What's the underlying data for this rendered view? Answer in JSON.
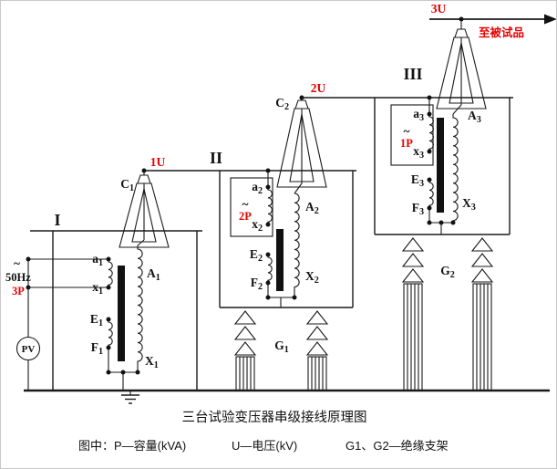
{
  "caption": "三台试验变压器串级接线原理图",
  "legend": {
    "part1": "图中：P—容量(kVA)",
    "part2": "U—电压(kV)",
    "part3": "G1、G2—绝缘支架"
  },
  "source": {
    "ac_symbol": "~",
    "frequency": "50Hz",
    "capacity": "3P",
    "meter": "PV"
  },
  "output": {
    "voltage": "3U",
    "destination": "至被试品"
  },
  "stages": {
    "s1": {
      "numeral": "I",
      "terminal_a": "a1",
      "terminal_x": "x1",
      "terminal_e": "E1",
      "terminal_f": "F1",
      "terminal_hv_a": "A1",
      "terminal_hv_x": "X1",
      "bushing": "C1",
      "voltage": "1U"
    },
    "s2": {
      "numeral": "II",
      "terminal_a": "a2",
      "terminal_x": "x2",
      "terminal_e": "E2",
      "terminal_f": "F2",
      "terminal_hv_a": "A2",
      "terminal_hv_x": "X2",
      "bushing": "C2",
      "voltage": "2U",
      "ac_symbol": "~",
      "capacity": "2P"
    },
    "s3": {
      "numeral": "III",
      "terminal_a": "a3",
      "terminal_x": "x3",
      "terminal_e": "E3",
      "terminal_f": "F3",
      "terminal_hv_a": "A3",
      "terminal_hv_x": "X3",
      "ac_symbol": "~",
      "capacity": "1P"
    }
  },
  "supports": {
    "g1": "G1",
    "g2": "G2"
  },
  "colors": {
    "line": "#1a1a1a",
    "red": "#e60000",
    "background": "#ffffff"
  }
}
